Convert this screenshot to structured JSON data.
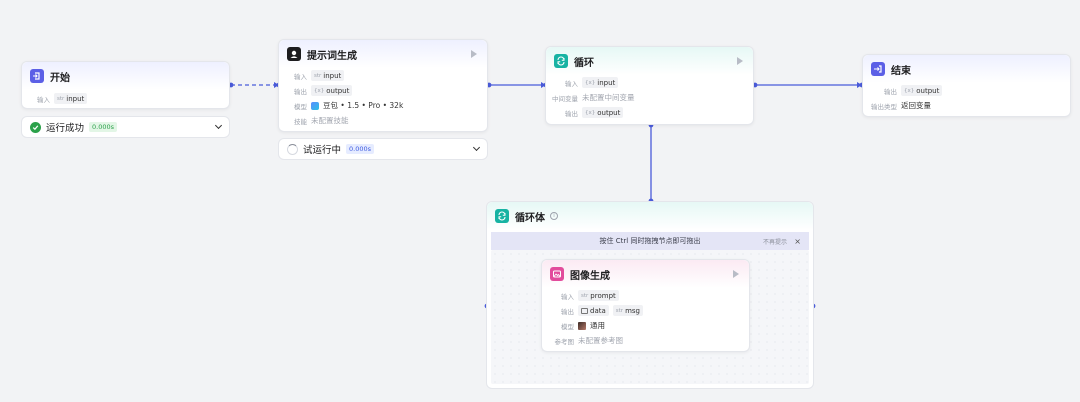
{
  "colors": {
    "edge": "#4a5bd9",
    "start_icon": "#5b5fe6",
    "prompt_icon": "#1d1d1f",
    "loop_icon": "#17b3a3",
    "image_icon": "#e24c9c",
    "success": "#2ba14a"
  },
  "start_node": {
    "title": "开始",
    "icon": "exit-door-icon",
    "inputs_label": "输入",
    "input_type": "str",
    "input_name": "input",
    "status": {
      "icon": "check-circle-icon",
      "text": "运行成功",
      "time": "0.000s"
    }
  },
  "prompt_node": {
    "title": "提示词生成",
    "icon": "prompt-avatar-icon",
    "input_label": "输入",
    "input_type": "str",
    "input_name": "input",
    "output_label": "输出",
    "output_type": "{x}",
    "output_name": "output",
    "model_label": "模型",
    "model_value": "豆包 • 1.5 • Pro • 32k",
    "skill_label": "技能",
    "skill_value": "未配置技能",
    "status": {
      "icon": "spinner-icon",
      "text": "试运行中",
      "time": "0.000s"
    }
  },
  "loop_node": {
    "title": "循环",
    "icon": "loop-icon",
    "input_label": "输入",
    "input_type": "{x}",
    "input_name": "input",
    "var_label": "中间变量",
    "var_value": "未配置中间变量",
    "output_label": "输出",
    "output_type": "{x}",
    "output_name": "output"
  },
  "end_node": {
    "title": "结束",
    "icon": "flag-exit-icon",
    "output_label": "输出",
    "output_type": "{x}",
    "output_name": "output",
    "output_type_label": "输出类型",
    "output_type_value": "返回变量"
  },
  "loop_body": {
    "title": "循环体",
    "icon": "loop-icon",
    "info_icon": "info-icon",
    "hint": "按住 Ctrl 同时拖拽节点即可拖出",
    "dismiss": "不再提示",
    "close": "×"
  },
  "image_node": {
    "title": "图像生成",
    "icon": "image-icon",
    "input_label": "输入",
    "input_type": "str",
    "input_name": "prompt",
    "output_label": "输出",
    "output_data_name": "data",
    "output_msg_type": "str",
    "output_msg_name": "msg",
    "model_label": "模型",
    "model_value": "通用",
    "ref_label": "参考图",
    "ref_value": "未配置参考图"
  }
}
